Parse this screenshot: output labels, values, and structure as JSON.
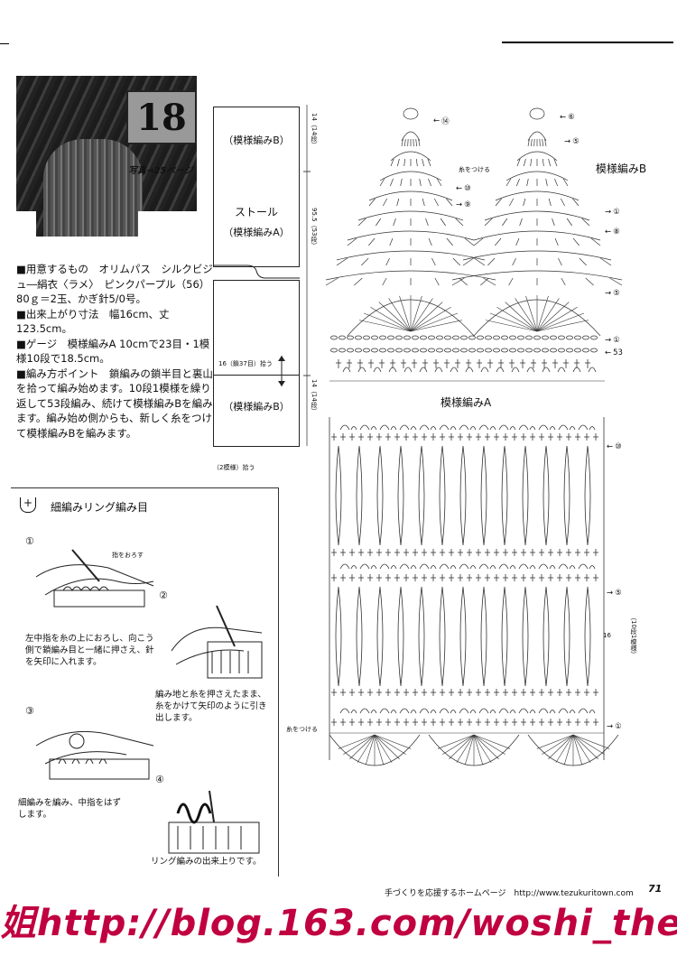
{
  "photo": {
    "number": "18",
    "caption": "写真→25ページ"
  },
  "materials": {
    "lines": [
      "■用意するもの　オリムパス　シルクビジュ―絹衣〈ラメ〉　ピンクパープル（56）80ｇ＝2玉、かぎ針5/0号。",
      "■出来上がり寸法　幅16cm、丈123.5cm。",
      "■ゲージ　模様編みA 10cmで23目・1模様10段で18.5cm。",
      "■編み方ポイント　鎖編みの鎖半目と裏山を拾って編み始めます。10段1模様を繰り返して53段編み、続けて模様編みBを編みます。編み始め側からも、新しく糸をつけて模様編みBを編みます。"
    ]
  },
  "schematic": {
    "top_label": "（模様編みB）",
    "mid_title": "ストール",
    "mid_sub": "（模様編みA）",
    "bottom_label": "（模様編みB）",
    "width_label": "16（鎖37目）拾う",
    "repeat_label": "（2模様）拾う",
    "side_top": "14（14段）",
    "side_mid": "95.5（53段）",
    "side_bottom": "14（14段）"
  },
  "chart": {
    "label_a": "模様編みA",
    "label_b": "模様編みB",
    "attach_top": "糸をつける",
    "attach_bottom": "糸をつける",
    "repeat_side": "（10段1模様）",
    "row_markers": [
      "⑭",
      "⑥",
      "⑤",
      "⑩",
      "⑨",
      "①",
      "⑧",
      "⑤",
      "①",
      "53",
      "⑩",
      "⑤",
      "①"
    ],
    "count_16": "16"
  },
  "steps": {
    "title": "細編みリング編み目",
    "s1_num": "①",
    "s1_note": "指をおろす",
    "s1_text": "左中指を糸の上におろし、向こう側で鎖編み目と一緒に押さえ、針を矢印に入れます。",
    "s2_num": "②",
    "s2_text": "編み地と糸を押さえたまま、糸をかけて矢印のように引き出します。",
    "s3_num": "③",
    "s3_text": "細編みを編み、中指をはずします。",
    "s4_num": "④",
    "s4_text": "リング編みの出来上りです。"
  },
  "footer": {
    "site": "手づくりを応援するホームページ　http://www.tezukuritown.com",
    "page": "71"
  },
  "watermark": "姐http://blog.163.com/woshi_the"
}
